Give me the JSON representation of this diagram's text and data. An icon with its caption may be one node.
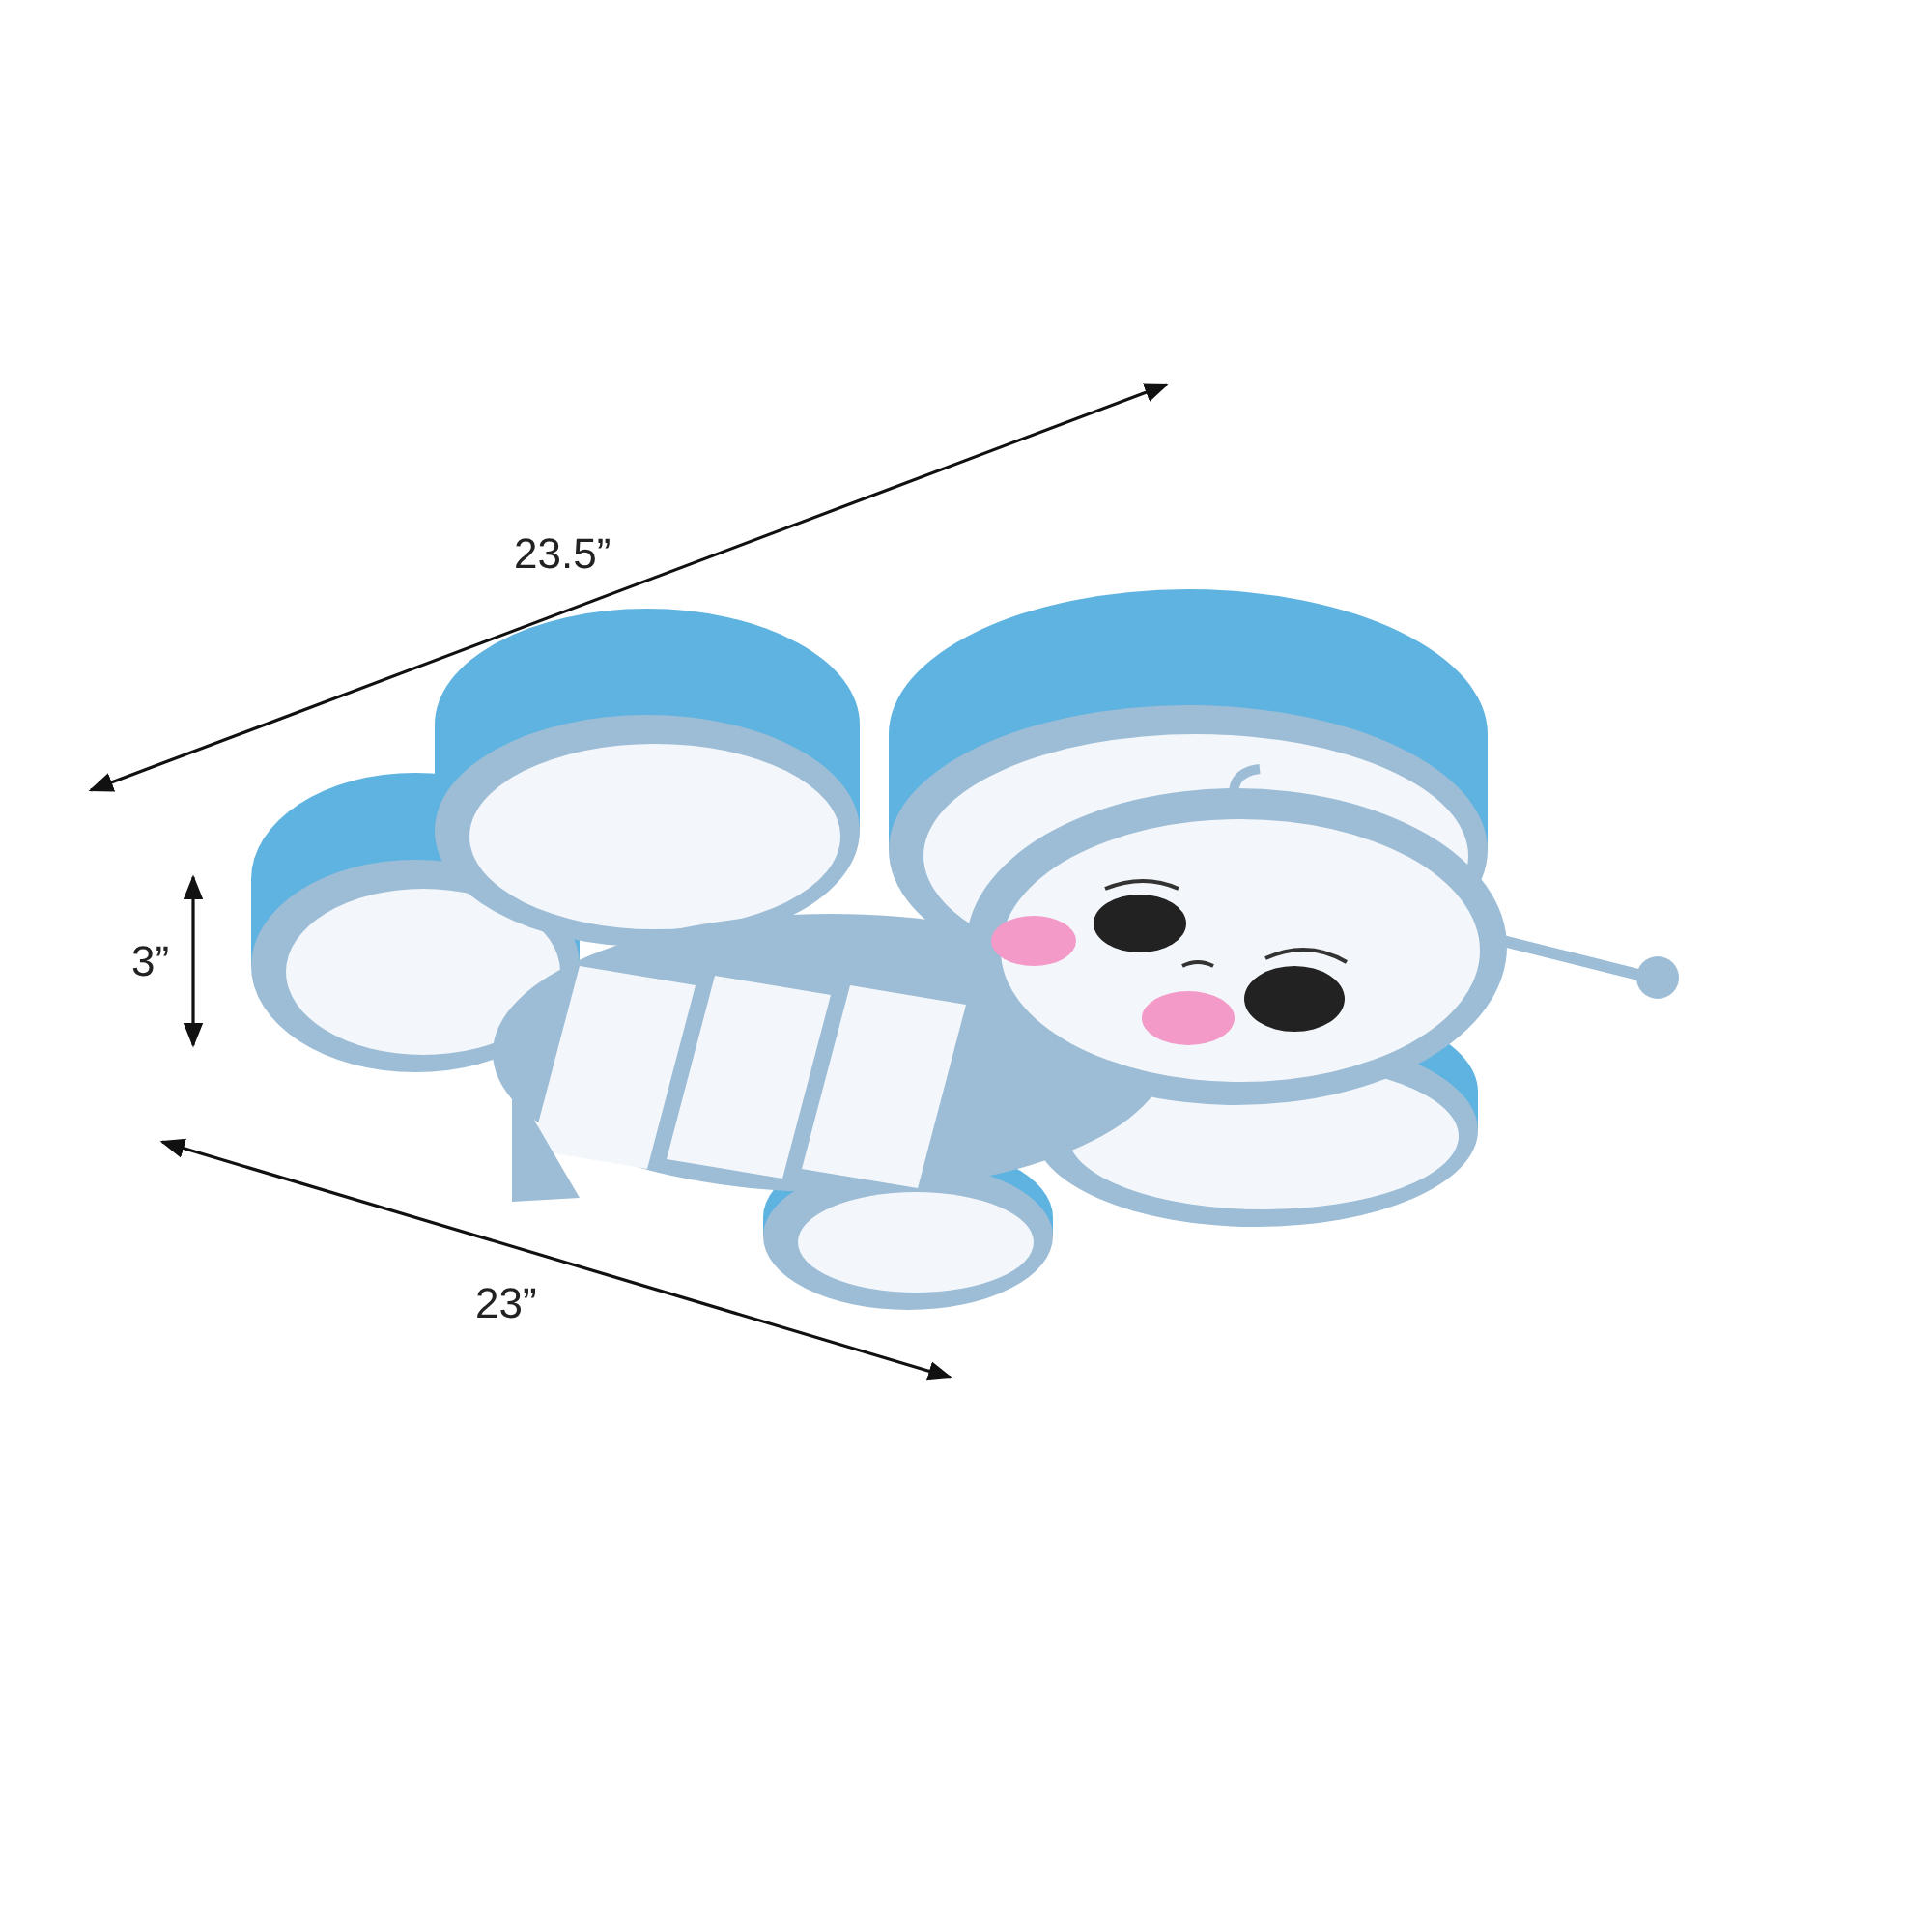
{
  "diagram": {
    "labels": [
      "23.5”",
      "3”",
      "23”"
    ]
  }
}
